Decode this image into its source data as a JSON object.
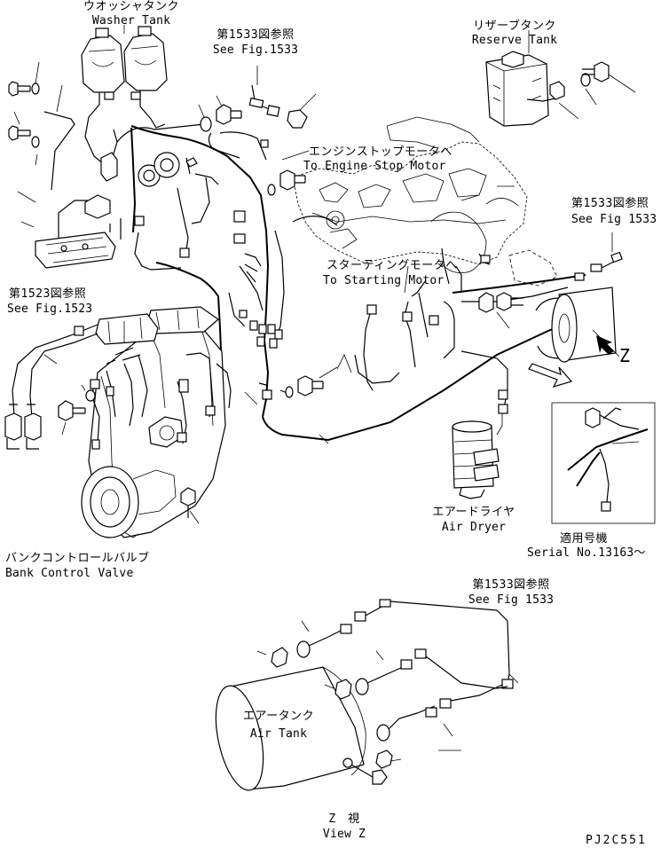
{
  "labels": {
    "washer_tank_jp": "ウオッシャタンク",
    "washer_tank_en": "Washer Tank",
    "see_1533_top_jp": "第1533図参照",
    "see_1533_top_en": "See Fig.1533",
    "reserve_tank_jp": "リザーブタンク",
    "reserve_tank_en": "Reserve Tank",
    "engine_stop_jp": "エンジンストップモータへ",
    "engine_stop_en": "To Engine Stop Motor",
    "see_1533_right_jp": "第1533図参照",
    "see_1533_right_en": "See Fig 1533",
    "starting_motor_jp": "スターティングモータへ",
    "starting_motor_en": "To Starting Motor",
    "see_1523_jp": "第1523図参照",
    "see_1523_en": "See Fig.1523",
    "view_marker": "Z",
    "air_dryer_jp": "エアードライヤ",
    "air_dryer_en": "Air Dryer",
    "serial_jp": "適用号機",
    "serial_en": "Serial No.13163～",
    "bank_control_jp": "バンクコントロールバルブ",
    "bank_control_en": "Bank Control Valve",
    "see_1533_lower_jp": "第1533図参照",
    "see_1533_lower_en": "See Fig 1533",
    "air_tank_jp": "エアータンク",
    "air_tank_en": "Air Tank",
    "view_z_jp": "Z　視",
    "view_z_en": "View Z",
    "drawing_code": "PJ2C551"
  }
}
